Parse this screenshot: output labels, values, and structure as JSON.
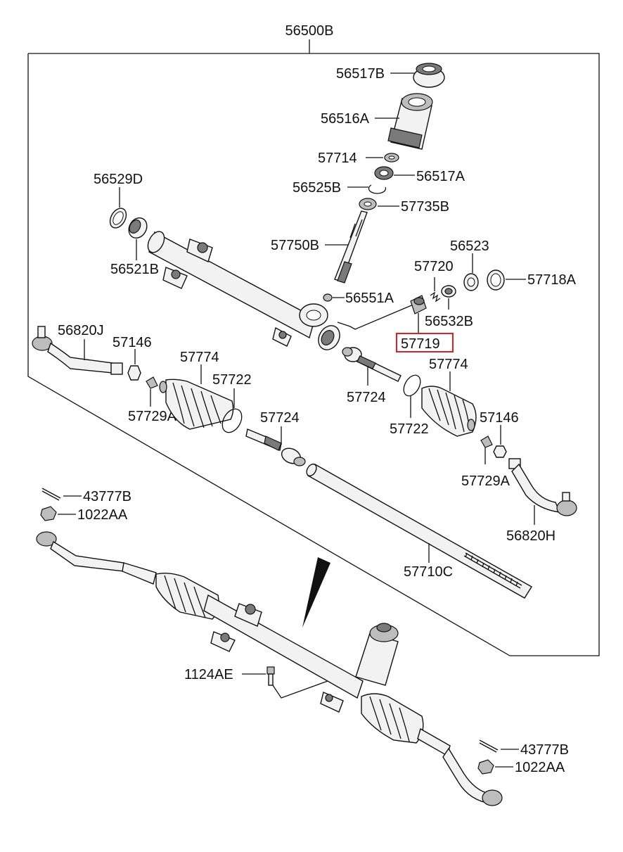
{
  "diagram": {
    "assembly_label": "56500B",
    "highlighted_label": "57719",
    "labels": {
      "l56517B": "56517B",
      "l56516A": "56516A",
      "l57714": "57714",
      "l56517A": "56517A",
      "l56525B": "56525B",
      "l57735B": "57735B",
      "l56529D": "56529D",
      "l56521B": "56521B",
      "l57750B": "57750B",
      "l56523": "56523",
      "l57720": "57720",
      "l57718A": "57718A",
      "l56551A": "56551A",
      "l56532B": "56532B",
      "l56820J": "56820J",
      "l57146a": "57146",
      "l57774a": "57774",
      "l57722a": "57722",
      "l57729Aa": "57729A",
      "l57724a": "57724",
      "l57774b": "57774",
      "l57724b": "57724",
      "l57722b": "57722",
      "l57146b": "57146",
      "l57729Ab": "57729A",
      "l56820H": "56820H",
      "l57710C": "57710C",
      "l43777Ba": "43777B",
      "l1022AAa": "1022AA",
      "l1124AE": "1124AE",
      "l43777Bb": "43777B",
      "l1022AAb": "1022AA"
    }
  }
}
